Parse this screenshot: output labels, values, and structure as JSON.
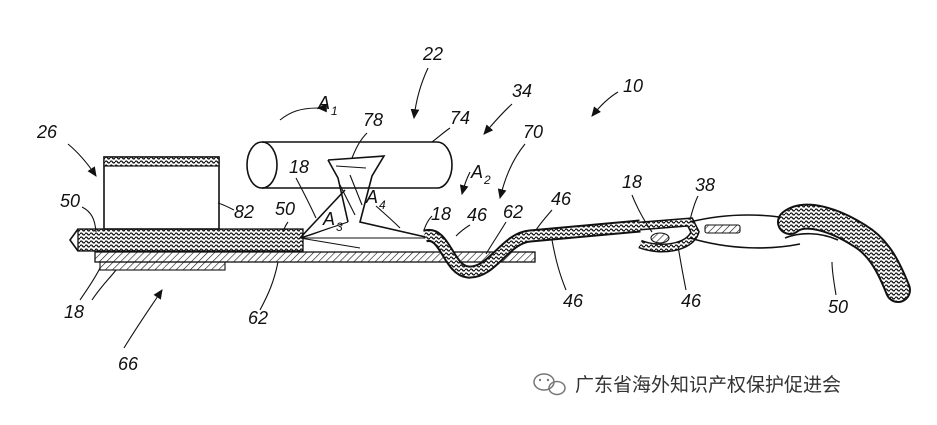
{
  "labels": {
    "n10": "10",
    "n22": "22",
    "n34": "34",
    "n70": "70",
    "n74": "74",
    "n78": "78",
    "n26": "26",
    "n50a": "50",
    "n82": "82",
    "n50b": "50",
    "n18a": "18",
    "n18b": "18",
    "n46a": "46",
    "n62a": "62",
    "n46b": "46",
    "n18c": "18",
    "n38": "38",
    "n18d": "18",
    "n62b": "62",
    "n66": "66",
    "n46c": "46",
    "n46d": "46",
    "n50c": "50"
  },
  "arrows": {
    "a1": {
      "base": "A",
      "sub": "1"
    },
    "a2": {
      "base": "A",
      "sub": "2"
    },
    "a3": {
      "base": "A",
      "sub": "3"
    },
    "a4": {
      "base": "A",
      "sub": "4"
    }
  },
  "watermark": {
    "text": "广东省海外知识产权保护促进会",
    "icon": "wechat-icon"
  }
}
